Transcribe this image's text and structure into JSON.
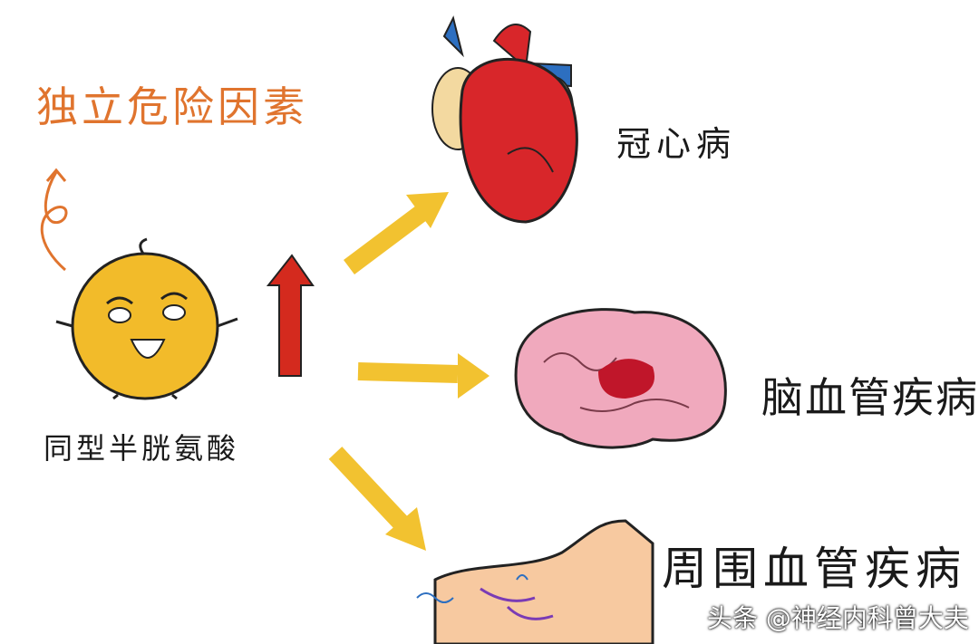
{
  "title": "独立危险因素",
  "center_label": "同型半胱氨酸",
  "targets": [
    {
      "label": "冠心病"
    },
    {
      "label": "脑血管疾病"
    },
    {
      "label": "周围血管疾病"
    }
  ],
  "watermark": "头条 @神经内科曾大夫",
  "colors": {
    "title": "#e0742e",
    "arrow": "#f2c230",
    "up_arrow": "#d42a1e",
    "ball": "#f2bb2a",
    "heart": "#d8262a",
    "brain": "#f0a9bd",
    "foot": "#f7c9a0"
  }
}
